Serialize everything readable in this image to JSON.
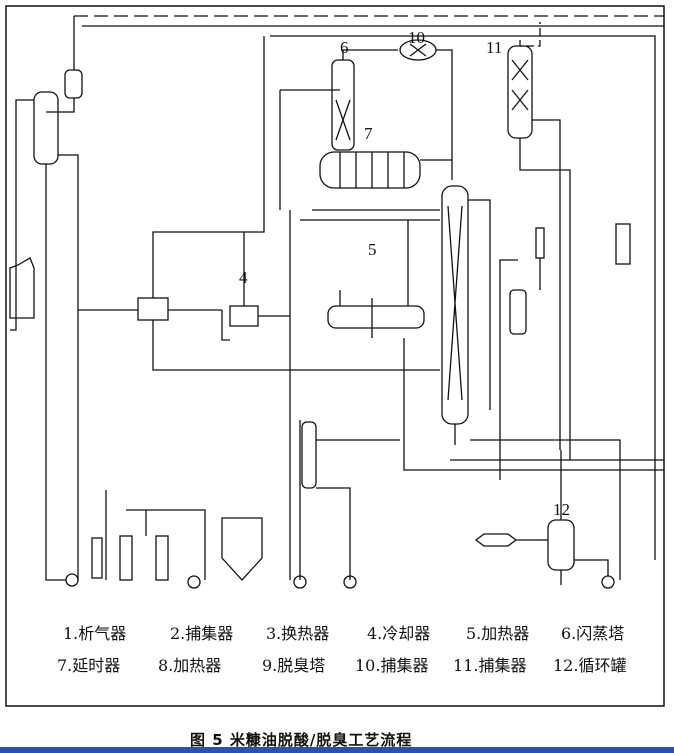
{
  "equipment_numbers": {
    "n4": "4",
    "n5": "5",
    "n6": "6",
    "n7": "7",
    "n10": "10",
    "n11": "11",
    "n12": "12"
  },
  "legend": {
    "row1": [
      "1.析气器",
      "2.捕集器",
      "3.换热器",
      "4.冷却器",
      "5.加热器",
      "6.闪蒸塔"
    ],
    "row2": [
      "7.延时器",
      "8.加热器",
      "9.脱臭塔",
      "10.捕集器",
      "11.捕集器",
      "12.循环罐"
    ]
  },
  "caption": "图 5  米糠油脱酸/脱臭工艺流程"
}
